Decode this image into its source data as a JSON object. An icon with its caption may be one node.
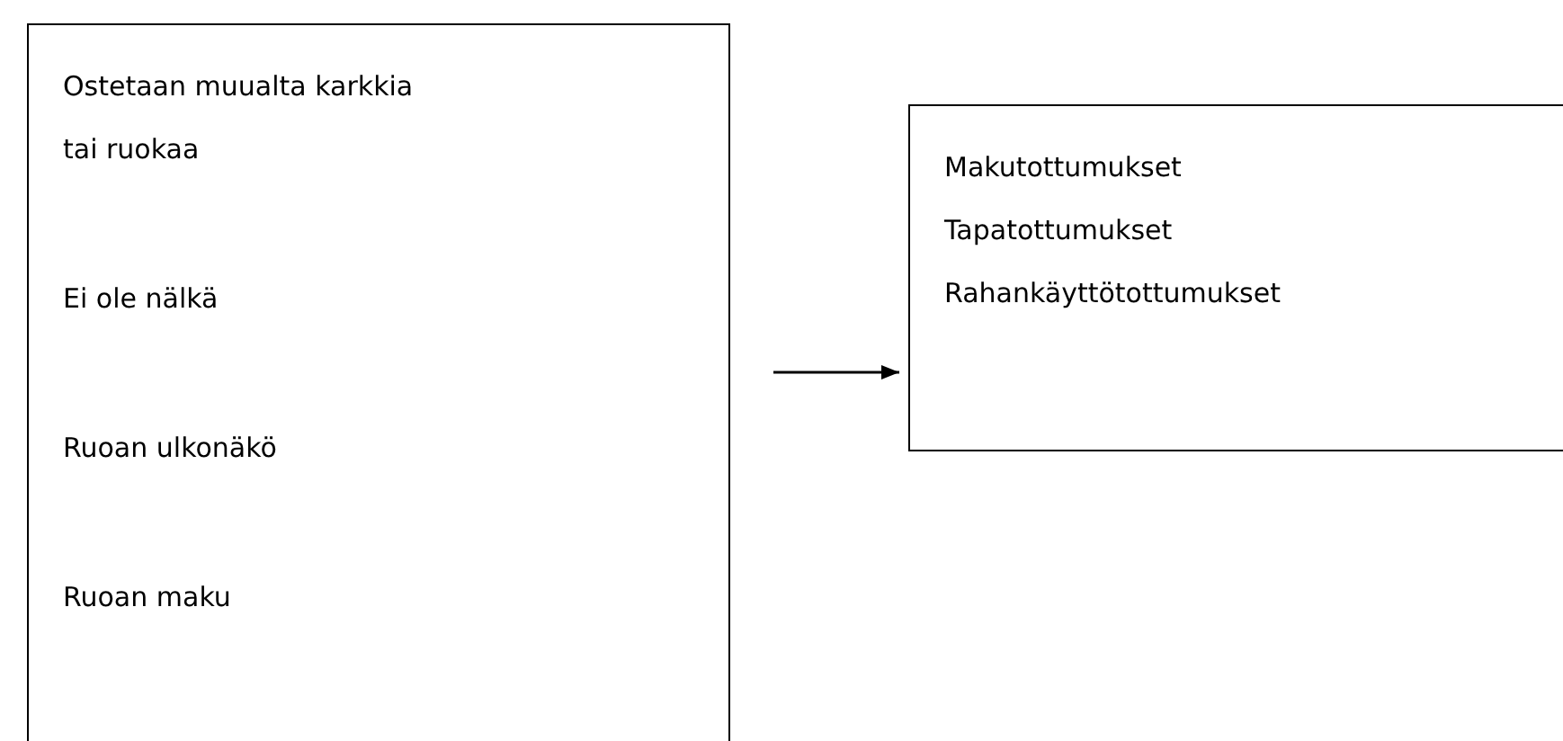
{
  "diagram": {
    "nodes": [
      {
        "text": [
          "Ostetaan muualta karkkia tai ruokaa",
          "Ei ole nälkä",
          "Ruoan ulkonäkö",
          "Ruoan maku"
        ]
      },
      {
        "text": [
          "Makutottumukset",
          "Tapatottumukset",
          "Rahankäyttötottumukset"
        ]
      }
    ],
    "edges": [
      {
        "from": 0,
        "to": 1,
        "arrow": "to"
      }
    ]
  }
}
